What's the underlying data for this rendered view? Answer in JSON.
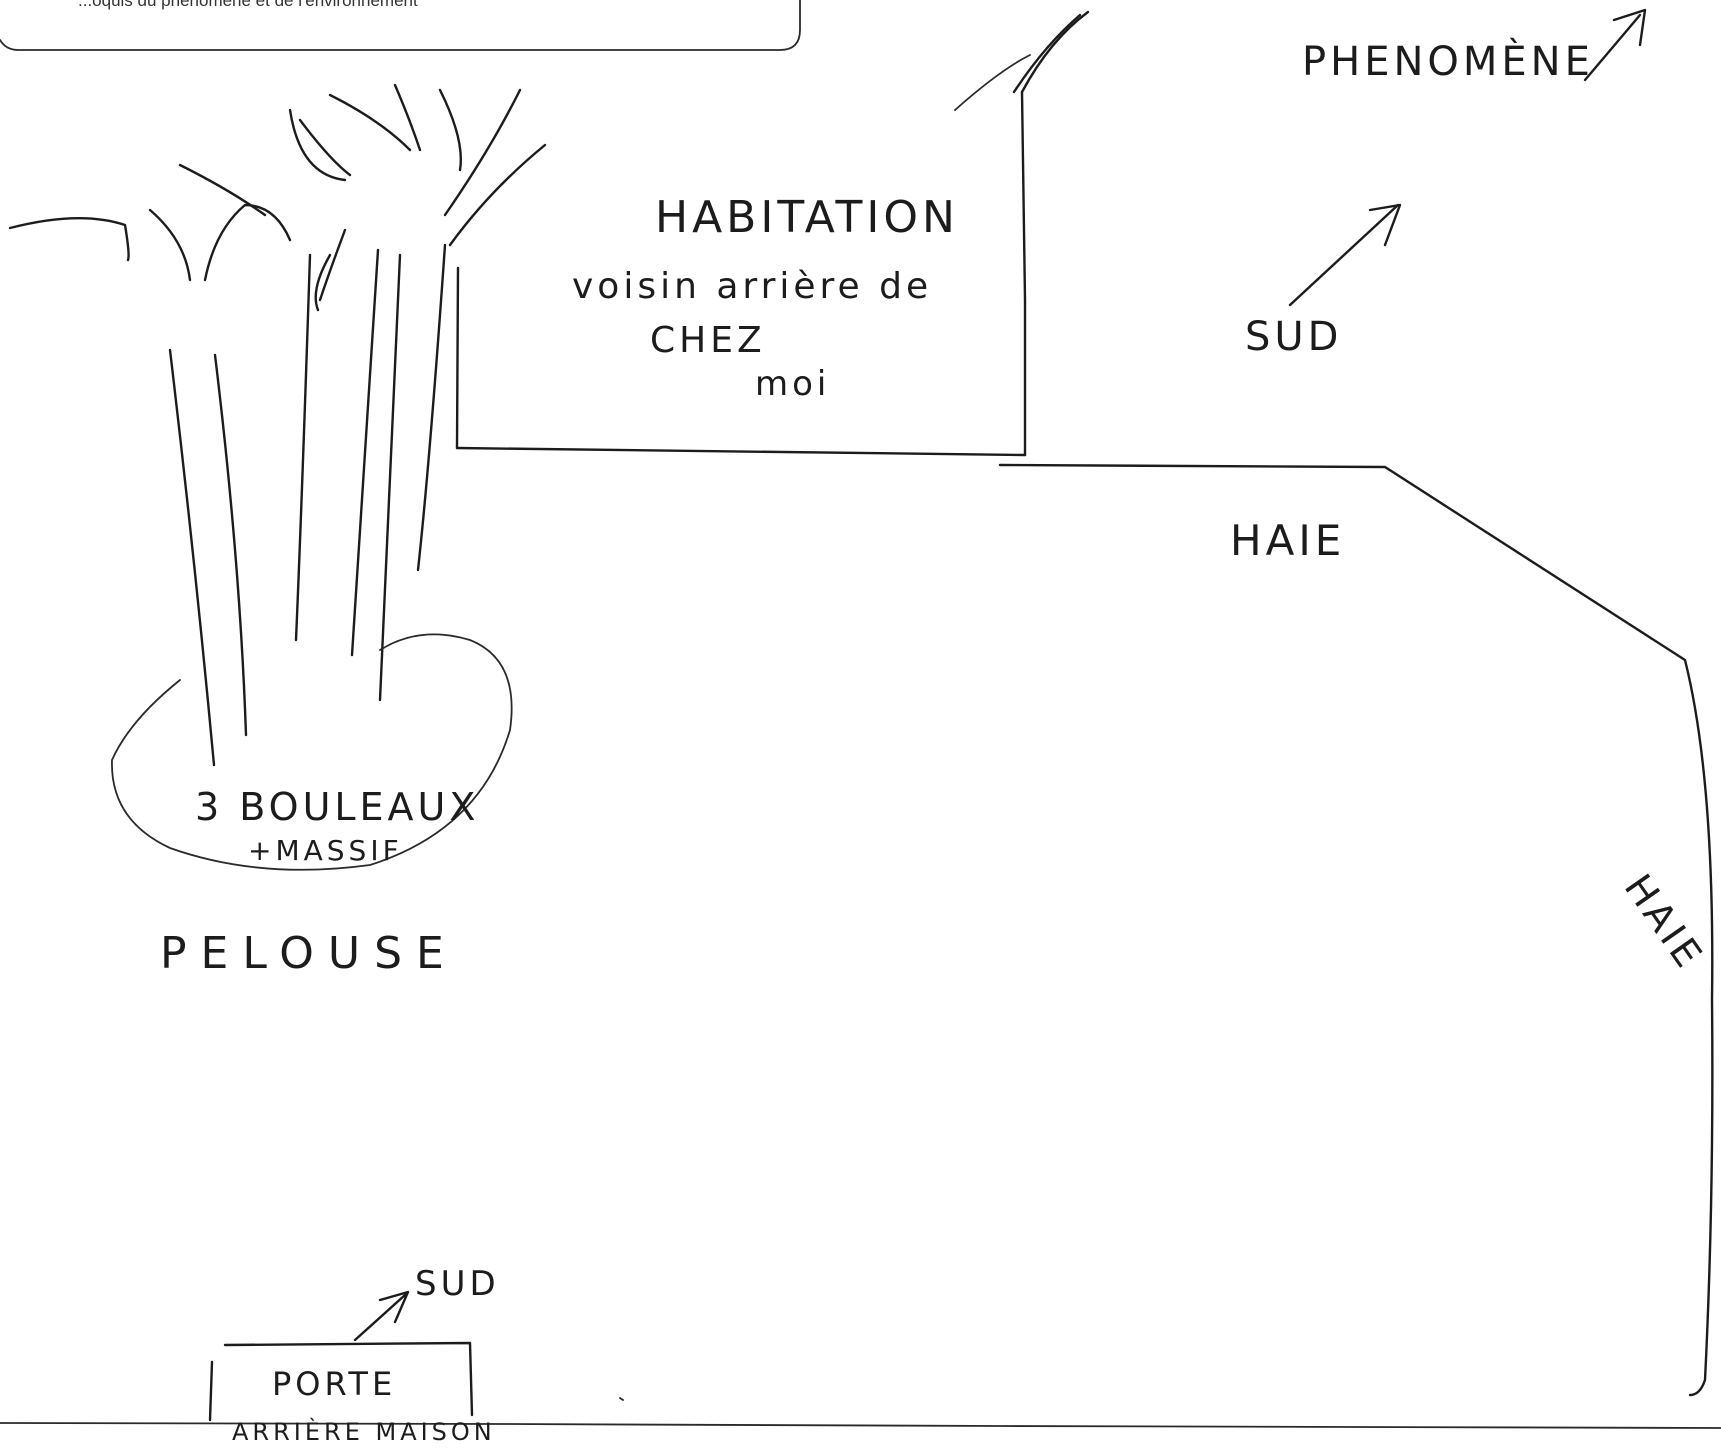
{
  "form_header": {
    "text": "...oquis du phénomène et de l'environnement"
  },
  "labels": {
    "phenomene": "PHENOMÈNE",
    "habitation_line1": "HABITATION",
    "habitation_line2": "voisin  arrière de",
    "habitation_line3": "CHEZ",
    "habitation_line4": "moi",
    "sud_top": "SUD",
    "haie_top": "HAIE",
    "arbres_line1": "3  BOULEAUX",
    "arbres_line2": "+MASSIF",
    "pelouse": "PELOUSE",
    "haie_side": "HAIE",
    "sud_bottom": "SUD",
    "porte_line1": "PORTE",
    "porte_line2": "ARRIÈRE MAISON"
  },
  "colors": {
    "ink": "#1c1c1c",
    "paper": "#ffffff"
  }
}
